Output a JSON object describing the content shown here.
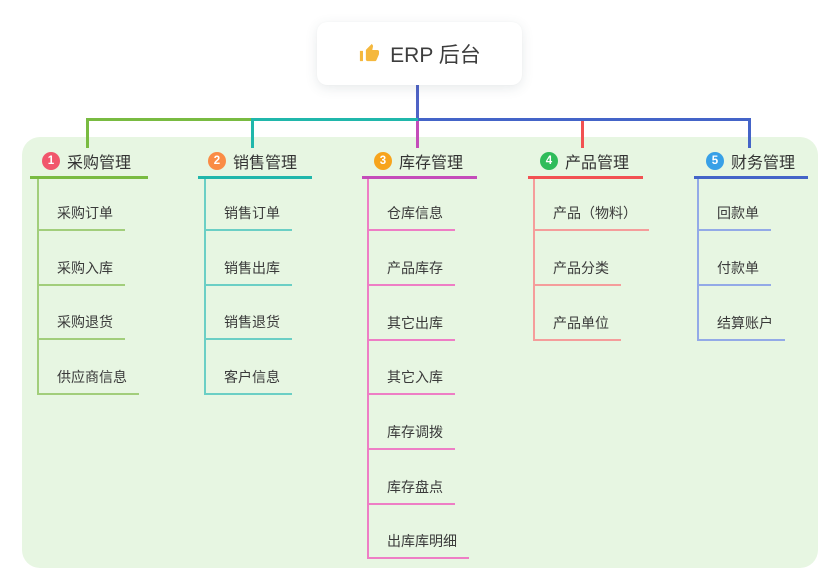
{
  "root": {
    "label": "ERP 后台",
    "icon": "thumbs-up-icon",
    "icon_color": "#f5b83d"
  },
  "canvas": {
    "background": "#ffffff",
    "panel_background": "#e7f6e2"
  },
  "connector": {
    "root_line_color": "#4f63c6"
  },
  "branches": [
    {
      "index": "1",
      "label": "采购管理",
      "badge_color": "#f1566c",
      "line_color": "#79bb41",
      "child_line_color": "#a2ce7b",
      "children": [
        "采购订单",
        "采购入库",
        "采购退货",
        "供应商信息"
      ]
    },
    {
      "index": "2",
      "label": "销售管理",
      "badge_color": "#fa8c45",
      "line_color": "#20b7ab",
      "child_line_color": "#6bcfc5",
      "children": [
        "销售订单",
        "销售出库",
        "销售退货",
        "客户信息"
      ]
    },
    {
      "index": "3",
      "label": "库存管理",
      "badge_color": "#f7a41c",
      "line_color": "#c44cba",
      "child_line_color": "#ee7ec5",
      "children": [
        "仓库信息",
        "产品库存",
        "其它出库",
        "其它入库",
        "库存调拨",
        "库存盘点",
        "出库库明细"
      ]
    },
    {
      "index": "4",
      "label": "产品管理",
      "badge_color": "#2fbc5a",
      "line_color": "#f25152",
      "child_line_color": "#f59d9b",
      "children": [
        "产品（物料）",
        "产品分类",
        "产品单位"
      ]
    },
    {
      "index": "5",
      "label": "财务管理",
      "badge_color": "#38a0e7",
      "line_color": "#4464c8",
      "child_line_color": "#93aae7",
      "children": [
        "回款单",
        "付款单",
        "结算账户"
      ]
    }
  ]
}
